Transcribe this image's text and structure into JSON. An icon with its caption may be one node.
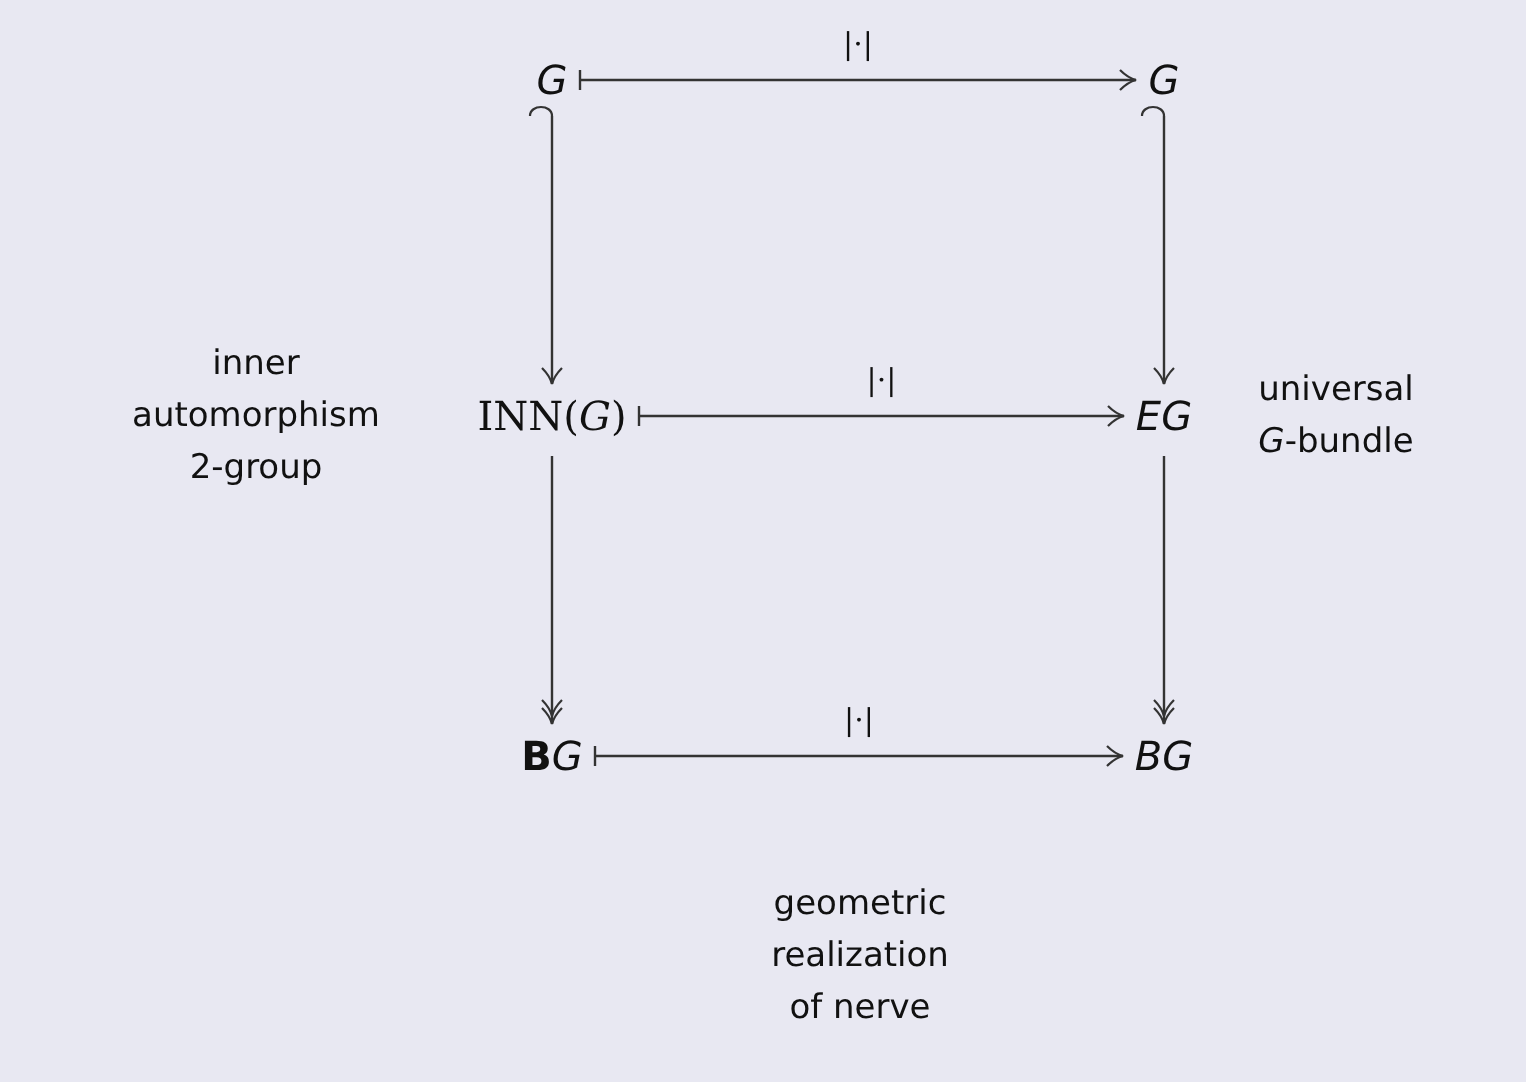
{
  "diagram": {
    "nodes": [
      {
        "text": [
          "G"
        ]
      },
      {
        "text": [
          "G"
        ]
      },
      {
        "text": [
          "INN(*G*)"
        ],
        "beside": [
          "inner automorphism 2-group"
        ]
      },
      {
        "text": [
          "EG"
        ],
        "beside": [
          "universal *G*-bundle"
        ]
      },
      {
        "text": [
          "**B**G"
        ]
      },
      {
        "text": [
          "BG"
        ]
      }
    ],
    "edges": [
      {
        "from": 0,
        "to": 1,
        "arrow": "to",
        "label": "|·|"
      },
      {
        "from": 2,
        "to": 3,
        "arrow": "to",
        "label": "|·|"
      },
      {
        "from": 4,
        "to": 5,
        "arrow": "to",
        "label": "|·|"
      },
      {
        "from": 0,
        "to": 2,
        "arrow": "to"
      },
      {
        "from": 1,
        "to": 3,
        "arrow": "to"
      },
      {
        "from": 2,
        "to": 4,
        "arrow": "to"
      },
      {
        "from": 3,
        "to": 5,
        "arrow": "to"
      }
    ],
    "labels": [
      "geometric realization of nerve"
    ]
  }
}
